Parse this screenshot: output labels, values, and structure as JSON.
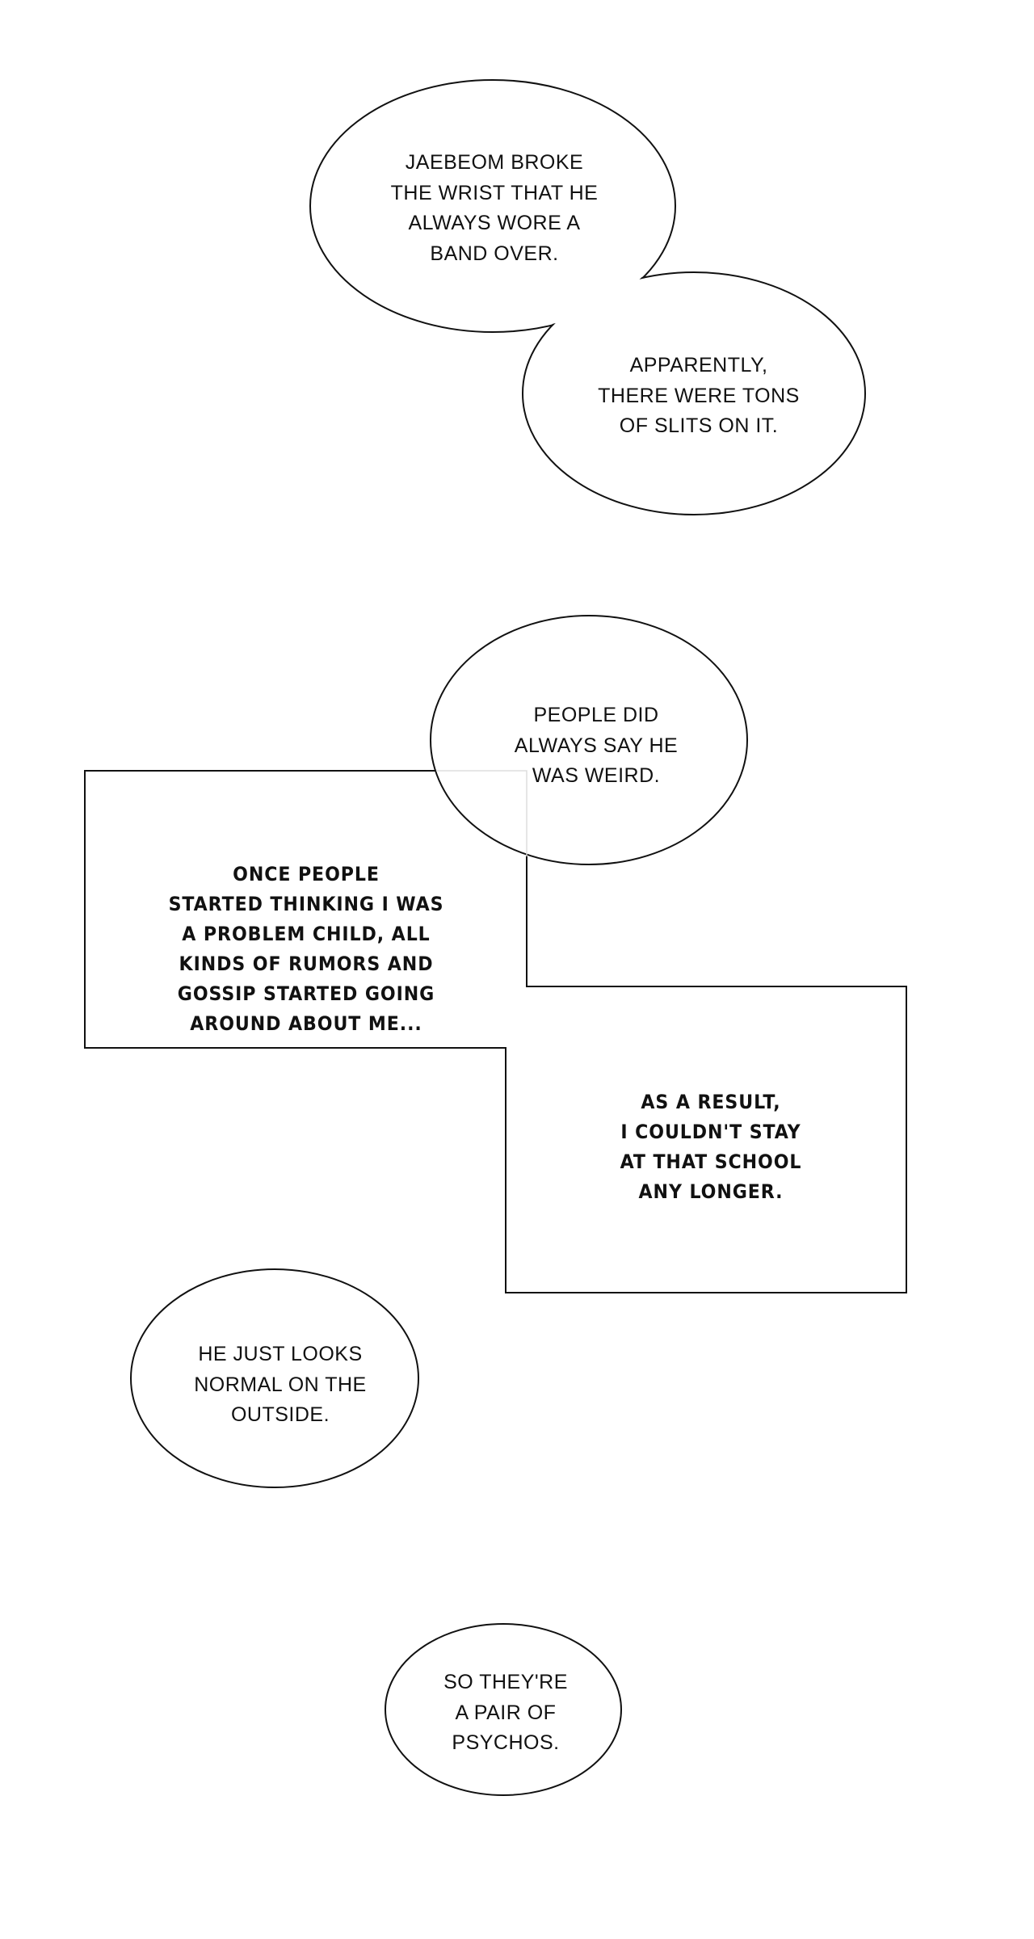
{
  "bubbles": [
    {
      "lines": [
        "Jaebeom broke",
        "the wrist that he",
        "always wore a",
        "band over."
      ]
    },
    {
      "lines": [
        "Apparently,",
        "there were tons",
        "of slits on it."
      ]
    },
    {
      "lines": [
        "People did",
        "always say he",
        "was weird."
      ]
    },
    {
      "lines": [
        "He just looks",
        "normal on the",
        "outside."
      ]
    },
    {
      "lines": [
        "So they're",
        "a pair of",
        "psychos."
      ]
    }
  ],
  "narration": [
    {
      "lines": [
        "Once people",
        "started thinking I was",
        "a problem child, all",
        "kinds of rumors and",
        "gossip started going",
        "around about me..."
      ]
    },
    {
      "lines": [
        "As a result,",
        "I couldn't stay",
        "at that school",
        "any longer."
      ]
    }
  ]
}
